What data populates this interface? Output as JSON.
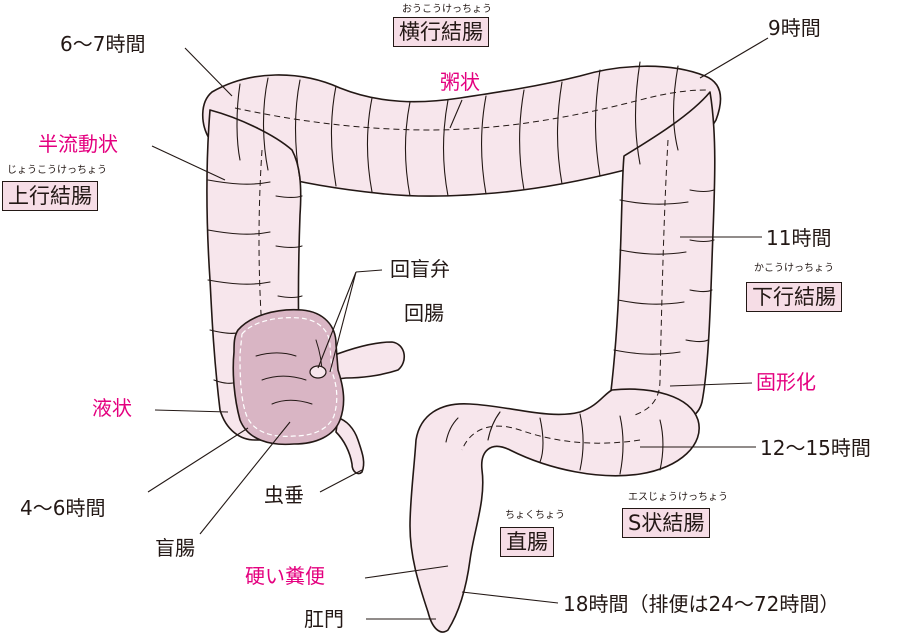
{
  "organs": {
    "transverse": {
      "name": "横行結腸",
      "reading": "おうこうけっちょう"
    },
    "ascending": {
      "name": "上行結腸",
      "reading": "じょうこうけっちょう"
    },
    "descending": {
      "name": "下行結腸",
      "reading": "かこうけっちょう"
    },
    "sigmoid": {
      "name": "S状結腸",
      "reading": "エスじょうけっちょう"
    },
    "rectum": {
      "name": "直腸",
      "reading": "ちょくちょう"
    }
  },
  "labels": {
    "ileocecal_valve": "回盲弁",
    "ileum": "回腸",
    "appendix": "虫垂",
    "cecum": "盲腸",
    "anus": "肛門"
  },
  "stool_states": {
    "porridge": "粥状",
    "semi_liquid": "半流動状",
    "liquid": "液状",
    "solidifying": "固形化",
    "hard_stool": "硬い糞便"
  },
  "times": {
    "t_6_7": "6〜7時間",
    "t_9": "9時間",
    "t_11": "11時間",
    "t_4_6": "4〜6時間",
    "t_12_15": "12〜15時間",
    "t_18": "18時間（排便は24〜72時間）"
  },
  "colors": {
    "colon_fill": "#f7e6ec",
    "cecum_fill": "#d9b5c4",
    "label_box_fill": "#f6dde6",
    "accent_pink": "#e4007f",
    "outline": "#231815"
  }
}
